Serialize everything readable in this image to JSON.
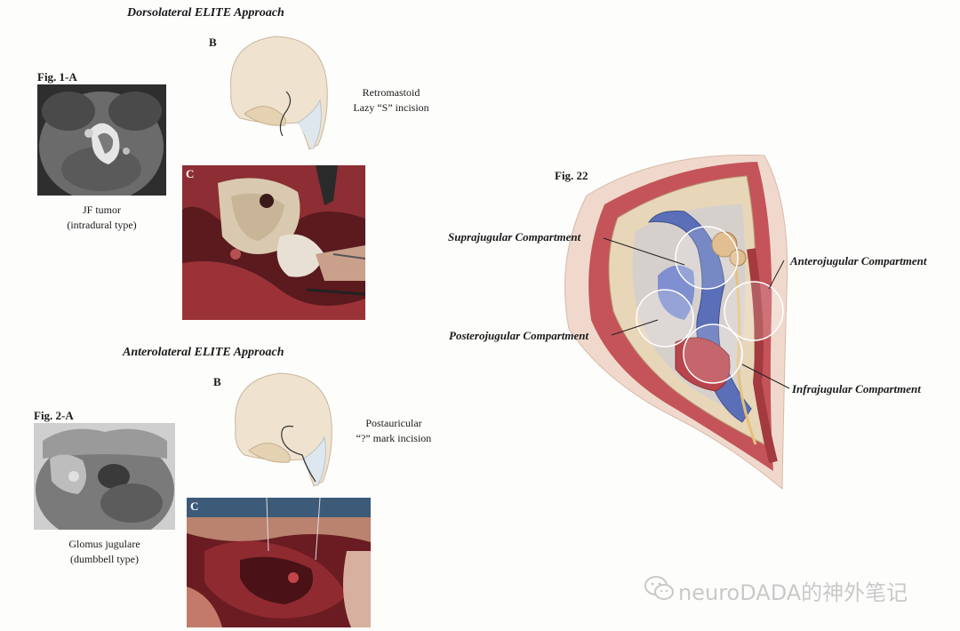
{
  "fig1": {
    "section_title": "Dorsolateral ELITE Approach",
    "fig_label": "Fig. 1-A",
    "b_label": "B",
    "c_label": "C",
    "mri_caption_line1": "JF tumor",
    "mri_caption_line2": "(intradural type)",
    "incision_line1": "Retromastoid",
    "incision_line2": "Lazy “S” incision"
  },
  "fig2": {
    "section_title": "Anterolateral ELITE Approach",
    "fig_label": "Fig. 2-A",
    "b_label": "B",
    "c_label": "C",
    "mri_caption_line1": "Glomus jugulare",
    "mri_caption_line2": "(dumbbell type)",
    "incision_line1": "Postauricular",
    "incision_line2": "“?” mark incision"
  },
  "fig22": {
    "fig_label": "Fig. 22",
    "compartments": {
      "suprajugular": "Suprajugular Compartment",
      "anterojugular": "Anterojugular Compartment",
      "posterojugular": "Posterojugular Compartment",
      "infrajugular": "Infrajugular Compartment"
    }
  },
  "watermark": {
    "text": "neuroDADA的神外笔记",
    "icon": "wechat-icon"
  },
  "colors": {
    "tissue_red": "#b23a3e",
    "vein_blue": "#5a6fb8",
    "bone_tan": "#e8d6b8",
    "skin": "#f0d9cc"
  }
}
